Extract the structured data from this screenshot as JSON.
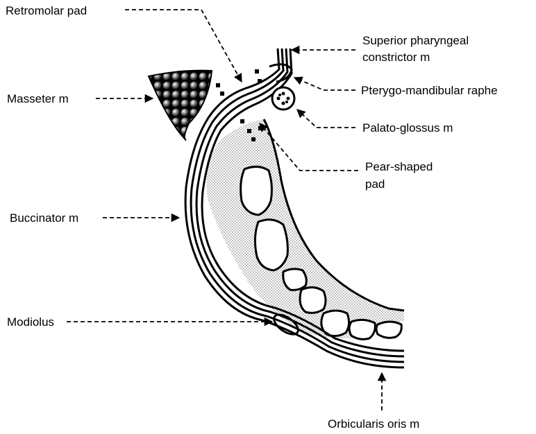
{
  "labels": {
    "retromolar_pad": "Retromolar pad",
    "superior_pharyngeal_line1": "Superior pharyngeal",
    "superior_pharyngeal_line2": "constrictor m",
    "masseter": "Masseter m",
    "pterygo_mandibular_raphe": "Pterygo-mandibular raphe",
    "palato_glossus": "Palato-glossus m",
    "pear_shaped_pad_line1": "Pear-shaped",
    "pear_shaped_pad_line2": "pad",
    "buccinator": "Buccinator m",
    "modiolus": "Modiolus",
    "orbicularis_oris": "Orbicularis oris m"
  },
  "colors": {
    "ink": "#000000",
    "tissue_stipple": "#c8c8c8",
    "background": "#ffffff"
  }
}
